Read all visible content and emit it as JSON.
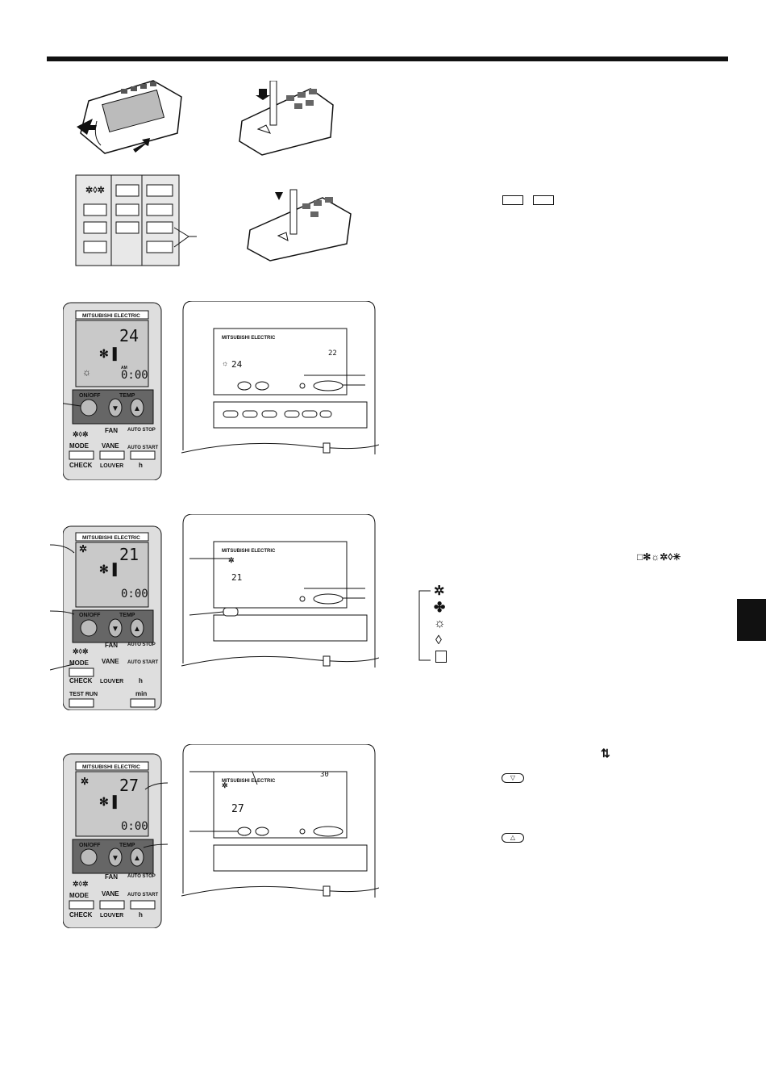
{
  "brand": "MITSUBISHI ELECTRIC",
  "remote": {
    "on_off": "ON/OFF",
    "temp": "TEMP",
    "fan": "FAN",
    "vane": "VANE",
    "louver": "LOUVER",
    "mode": "MODE",
    "check": "CHECK",
    "test_run": "TEST RUN",
    "auto_stop": "AUTO STOP",
    "auto_start": "AUTO START",
    "h": "h",
    "min": "min",
    "am": "AM",
    "clock": "0:00"
  },
  "sections": [
    {
      "remote_temp": "24",
      "wired_set": "24",
      "wired_room": "22"
    },
    {
      "remote_temp": "21",
      "wired_set": "21",
      "wired_room": ""
    },
    {
      "remote_temp": "27",
      "wired_set": "27",
      "wired_room": "30"
    }
  ],
  "mode_legend": [
    "cool-icon",
    "fan-icon",
    "heat-icon",
    "dry-icon",
    "auto-icon"
  ],
  "colors": {
    "ink": "#111111",
    "lcd": "#c9c9c9",
    "body": "#e2e2e2",
    "dark": "#555555"
  }
}
